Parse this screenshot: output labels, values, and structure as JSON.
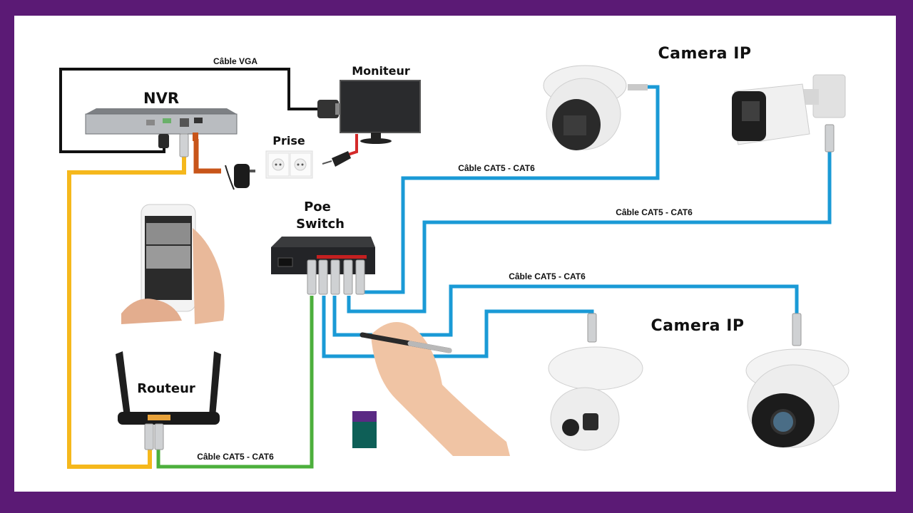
{
  "frame": {
    "border_color": "#5b1a75",
    "background": "#ffffff"
  },
  "labels": {
    "nvr": "NVR",
    "moniteur": "Moniteur",
    "prise": "Prise",
    "poe_switch_line1": "Poe",
    "poe_switch_line2": "Switch",
    "routeur": "Routeur",
    "camera_ip_top": "Camera IP",
    "camera_ip_bottom": "Camera IP"
  },
  "cables": {
    "vga": {
      "label": "Câble VGA",
      "color": "#111111"
    },
    "nvr_power": {
      "color": "#c8551a"
    },
    "monitor_power": {
      "color": "#d42a2a"
    },
    "nvr_to_router": {
      "color": "#f5b81c"
    },
    "router_to_switch": {
      "label": "Câble CAT5 - CAT6",
      "color": "#4caf3c"
    },
    "switch_to_cam1": {
      "label": "Câble CAT5 - CAT6",
      "color": "#1a9ad6"
    },
    "switch_to_cam2": {
      "label": "Câble CAT5 - CAT6",
      "color": "#1a9ad6"
    },
    "switch_to_cam4": {
      "label": "Câble CAT5 - CAT6",
      "color": "#1a9ad6"
    },
    "switch_to_cam3": {
      "color": "#1a9ad6"
    }
  },
  "devices": [
    {
      "id": "nvr",
      "name": "NVR"
    },
    {
      "id": "monitor",
      "name": "Moniteur"
    },
    {
      "id": "outlet",
      "name": "Prise"
    },
    {
      "id": "power-adapter",
      "name": "Adaptateur"
    },
    {
      "id": "poe-switch",
      "name": "Poe Switch"
    },
    {
      "id": "router",
      "name": "Routeur"
    },
    {
      "id": "smartphone",
      "name": "Smartphone"
    },
    {
      "id": "dome-camera-top",
      "name": "Camera IP"
    },
    {
      "id": "bullet-camera-top",
      "name": "Camera IP"
    },
    {
      "id": "turret-camera-bottom-left",
      "name": "Camera IP"
    },
    {
      "id": "turret-camera-bottom-right",
      "name": "Camera IP"
    }
  ]
}
